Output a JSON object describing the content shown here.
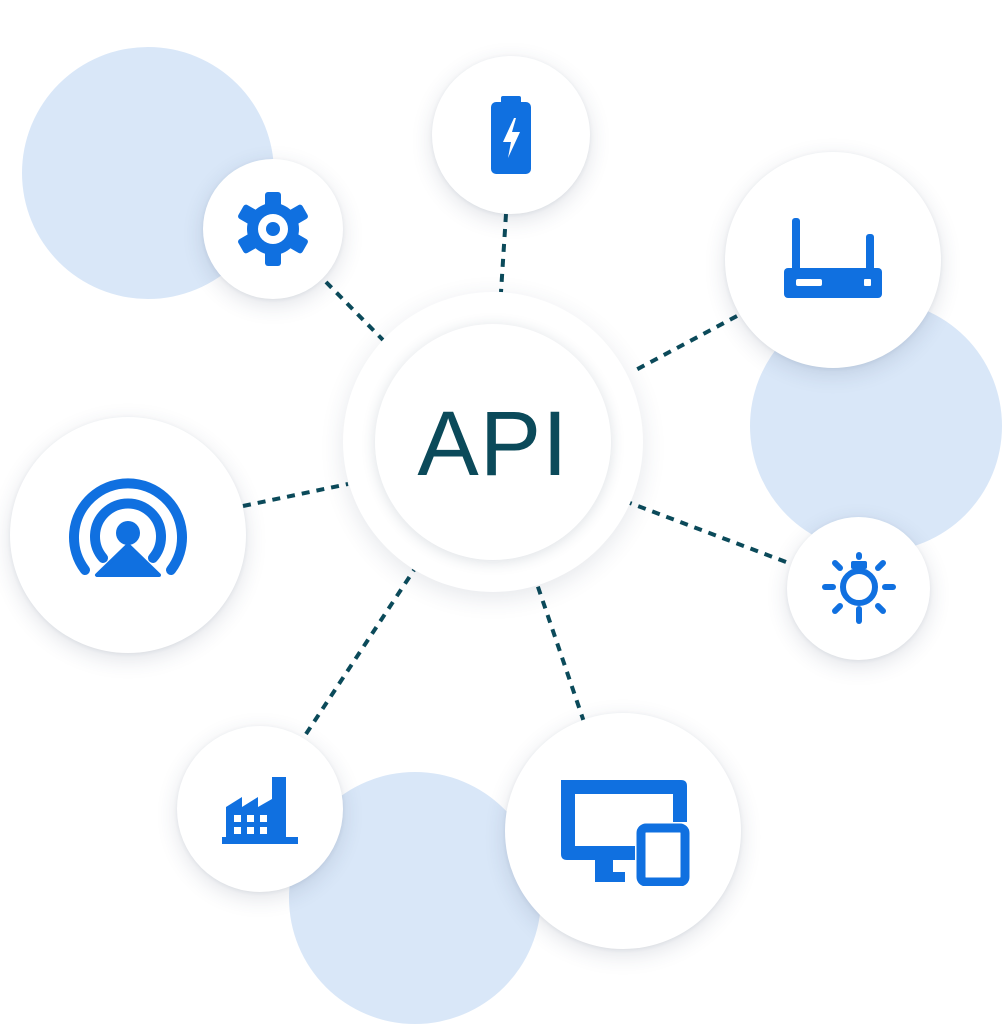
{
  "hub": {
    "label": "API"
  },
  "colors": {
    "accent": "#1070e0",
    "link": "#0b4a5a",
    "blob": "#d9e7f8",
    "node_bg": "#ffffff"
  },
  "nodes": [
    {
      "id": "settings",
      "icon": "gear-icon"
    },
    {
      "id": "battery",
      "icon": "battery-charging-icon"
    },
    {
      "id": "router",
      "icon": "router-icon"
    },
    {
      "id": "broadcast",
      "icon": "broadcast-tower-icon"
    },
    {
      "id": "light",
      "icon": "light-bulb-icon"
    },
    {
      "id": "factory",
      "icon": "factory-icon"
    },
    {
      "id": "devices",
      "icon": "devices-icon"
    }
  ]
}
